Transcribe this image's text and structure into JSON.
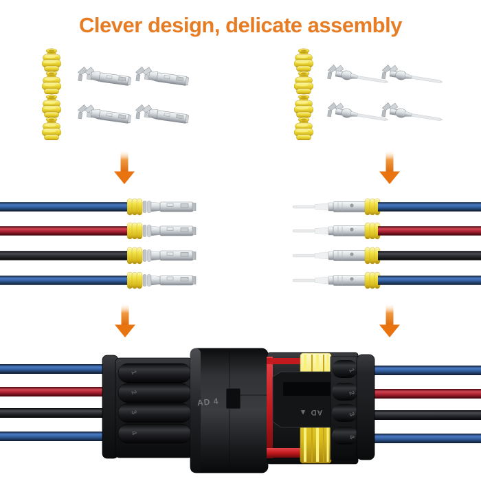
{
  "title": {
    "text": "Clever design, delicate assembly",
    "color": "#E67C24"
  },
  "palette": {
    "arrow_orange": "#E8730F",
    "arrow_orange_dark": "#DE6A0B",
    "seal_yellow": "#F2E348",
    "wire_blue": "#335F9F",
    "wire_red": "#B02334",
    "wire_black": "#2A2B2F",
    "red_inner_seal": "#C21A1E",
    "housing_black": "#1A1B1D",
    "terminal_silver": "#DDE1E4"
  },
  "top_left_group": {
    "seal_count": 4,
    "terminal_count": 4,
    "terminal_type": "female"
  },
  "top_right_group": {
    "seal_count": 4,
    "terminal_count": 4,
    "terminal_type": "male"
  },
  "middle_left_wires": [
    "blue",
    "red",
    "black",
    "blue"
  ],
  "middle_right_wires": [
    "blue",
    "red",
    "black",
    "blue"
  ],
  "connector": {
    "body_marking": "AD 4",
    "latch_marking": "AD",
    "latch_arrow": "▲",
    "left_channel_numbers": [
      "1",
      "2",
      "3",
      "4"
    ],
    "right_channel_numbers": [
      "1",
      "2",
      "3",
      "4"
    ]
  }
}
